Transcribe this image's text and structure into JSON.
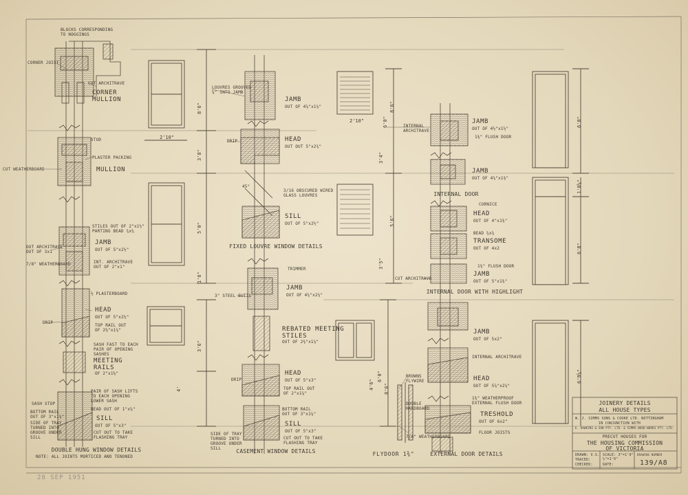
{
  "corner_top": {
    "blocks": "BLOCKS CORRESPONDING\nTO NOGGINGS",
    "corner_joist": "CORNER JOIST",
    "cut_architrave": "CUT ARCHITRAVE",
    "corner_mullion": "CORNER\nMULLION"
  },
  "double_hung": {
    "stud": "STUD",
    "plaster_packing": "PLASTER PACKING",
    "cut_weatherboard": "CUT WEATHERBOARD",
    "mullion": "MULLION",
    "stiles": "STILES OUT OF 2\"x1½\"\nPARTING BEAD ¾x⅝",
    "out_architrave": "OUT ARCHITRAVE\nOUT OF 3x1",
    "jamb": "JAMB",
    "jamb_size": "OUT OF 5\"x2½\"",
    "int_architrave": "INT. ARCHITRAVE\nOUT OF 2\"x1\"",
    "weatherboard": "7/8\" WEATHERBOARD",
    "plasterboard": "½ PLASTERBOARD",
    "head": "HEAD",
    "head_size": "OUT OF 5\"x2½\"",
    "drip": "DRIP",
    "top_rail": "TOP RAIL OUT\nOF 2⅜\"x1⅞\"",
    "sash_fast": "SASH FAST TO EACH\nPAIR OF OPENING\nSASHES",
    "meeting_rails": "MEETING\nRAILS",
    "meeting_rails_size": "OF 2\"x1⅛\"",
    "pair_sash": "PAIR OF SASH LIFTS\nTO EACH OPENING\nLOWER SASH",
    "sash_stop": "SASH STOP",
    "bottom_rail": "BOTTOM RAIL\nOUT OF 3\"x1⅞\"",
    "bead": "BEAD OUT OF 1\"x⅝\"",
    "sill": "SILL",
    "sill_size": "OUT OF 5\"x3\"",
    "side_tray": "SIDE OF TRAY\nTURNED INTO\nGROOVE UNDER\nSILL",
    "cut_out": "CUT OUT TO TAKE\nFLASHING TRAY",
    "title": "DOUBLE HUNG WINDOW DETAILS",
    "note": "NOTE: ALL JOINTS MORTICED AND TENONED"
  },
  "elev1": {
    "dims": [
      "8'6\"",
      "3'8\"",
      "5'0\"",
      "1'6\"",
      "3'6\"",
      "4'"
    ],
    "width": "2'10\""
  },
  "louvre": {
    "louvres_groove": "LOUVRES GROOVED\n¼\" INTO JAMB",
    "jamb": "JAMB",
    "jamb_size": "OUT OF 4⅝\"x1⅞\"",
    "drip": "DRIP",
    "head": "HEAD",
    "head_size": "OUT OUT 5\"x2¾\"",
    "angle": "45°",
    "obscured": "3/16 OBSCURED WIRED\nGLASS LOUVRES",
    "sill": "SILL",
    "sill_size": "OUT OF 5\"x2½\"",
    "title": "FIXED LOUVRE WINDOW DETAILS"
  },
  "casement": {
    "trimmer": "TRIMMER",
    "jamb": "JAMB",
    "jamb_size": "OUT OF 4⅝\"x2⅞\"",
    "steel_butts": "3\" STEEL BUTTS",
    "rebated": "REBATED MEETING\nSTILES",
    "rebated_size": "OUT OF 2⅜\"x1⅞\"",
    "drip": "DRIP",
    "head": "HEAD",
    "head_size": "OUT OF 5\"x3\"",
    "top_rail": "TOP RAIL OUT\nOF 2\"x1⅞\"",
    "bottom_rail": "BOTTOM RAIL\nOUT OF 3\"x1⅞\"",
    "sill": "SILL",
    "sill_size": "OUT OF 5\"x3\"",
    "cut_out": "CUT OUT TO TAKE\nFLASHING TRAY",
    "side_tray": "SIDE OF TRAY\nTURNED INTO\nGROOVE UNDER\nSILL",
    "title": "CASEMENT WINDOW DETAILS"
  },
  "elev2": {
    "dims": [
      "8'6\"",
      "6'0\"",
      "3'4\"",
      "5'6\"",
      "3'5\"",
      "8'6\"",
      "6'0\"",
      "4'6\""
    ],
    "width": "2'10\""
  },
  "flydoor": {
    "browns_flywire": "BROWNS\nFLYWIRE",
    "double_hardboard": "DOUBLE\nHARDBOARD",
    "weatherboard": "7/8\" WEATHERBOARD",
    "title": "FLYDOOR 1⅜\""
  },
  "internal": {
    "internal_architrave": "INTERNAL\nARCHITRAVE",
    "jamb": "JAMB",
    "jamb_size": "OUT OF 4½\"x1½\"",
    "flush_door": "1⅜\" FLUSH DOOR",
    "jamb2": "JAMB",
    "jamb2_size": "OUT OF 4⅝\"x1⅜\"",
    "title": "INTERNAL DOOR",
    "cornice": "CORNICE",
    "head": "HEAD",
    "head_size": "OUT OF 4\"x1⅜\"",
    "bead": "BEAD ⅝x⅝",
    "transome": "TRANSOME",
    "transome_size": "OUT OF 4x2",
    "flush_door2": "1⅜\" FLUSH DOOR",
    "cut_architrave": "CUT ARCHITRAVE",
    "jamb3": "JAMB",
    "jamb3_size": "OUT OF 5\"x1⅜\"",
    "title2": "INTERNAL DOOR WITH HIGHLIGHT"
  },
  "external": {
    "jamb": "JAMB",
    "jamb_size": "OUT OF 5x2\"",
    "internal_architrave": "INTERNAL ARCHITRAVE",
    "head": "HEAD",
    "head_size": "OUT OF 5⅝\"x2⅞\"",
    "weatherproof": "1⅜\" WEATHERPROOF\nEXTERNAL FLUSH DOOR",
    "treshold": "TRESHOLD",
    "treshold_size": "OUT OF 6x2\"",
    "floor_joists": "FLOOR JOISTS",
    "title": "EXTERNAL DOOR DETAILS"
  },
  "elev3": {
    "dims": [
      "6'8\"",
      "1'8½\"",
      "6'8\"",
      "6'9½\""
    ]
  },
  "title_block": {
    "joinery": "JOINERY DETAILS",
    "all_types": "ALL HOUSE TYPES",
    "firm": "W. J. SIMMS SONS & COOKE LTD. NOTTINGHAM",
    "in_conjunction": "IN CONJUNCTION WITH",
    "partner": "E. HAWKINS & SON PTY. LTD. & SIMMS WOOD-WORKS PTY. LTD.",
    "precut": "PRECUT HOUSES FOR",
    "commission": "THE HOUSING COMMISSION",
    "of_victoria": "OF VICTORIA",
    "drawn": "DRAWN: V.S.",
    "traced": "TRACED:",
    "checked": "CHECKED:",
    "scale": "SCALE: 3\"=1'0\"\n½\"=1'0\"",
    "date": "DATE:",
    "drawing_number_label": "DRAWING NUMBER",
    "drawing_number": "139/A8"
  },
  "stamp": "28 SEP 1951"
}
